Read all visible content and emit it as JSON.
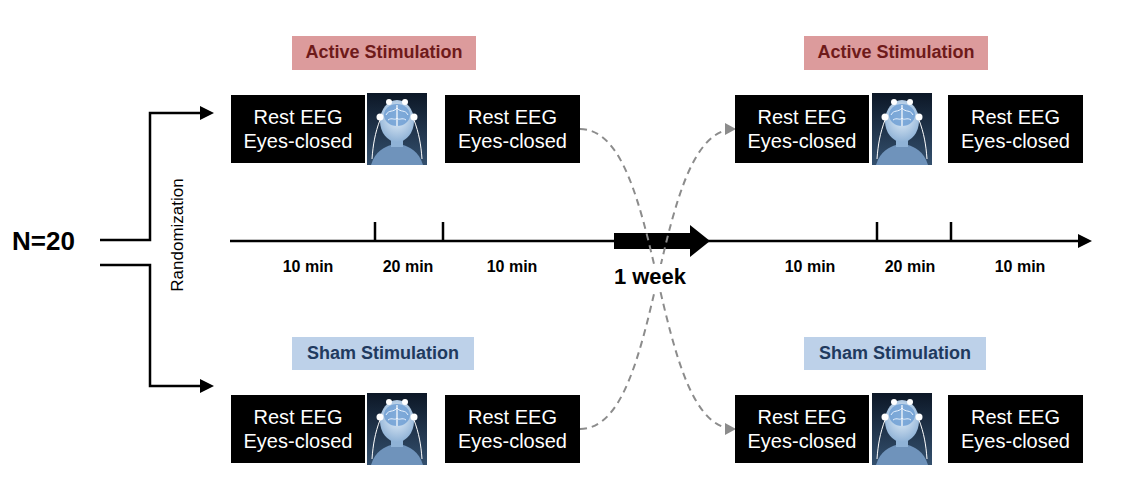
{
  "diagram": {
    "nodes": [
      {
        "text": [
          "Active Stimulation"
        ]
      },
      {
        "text": [
          "Active Stimulation"
        ]
      },
      {
        "text": [
          "Rest EEG Eyes-closed"
        ]
      },
      {
        "text": [
          "Rest EEG Eyes-closed"
        ]
      },
      {
        "text": [
          "Rest EEG Eyes-closed"
        ]
      },
      {
        "text": [
          "Rest EEG Eyes-closed"
        ]
      },
      {
        "text": [
          "Sham Stimulation"
        ]
      },
      {
        "text": [
          "Sham Stimulation"
        ]
      },
      {
        "text": [
          "Rest EEG Eyes-closed"
        ]
      },
      {
        "text": [
          "Rest EEG Eyes-closed"
        ]
      },
      {
        "text": [
          "Rest EEG Eyes-closed"
        ]
      },
      {
        "text": [
          "Rest EEG Eyes-closed"
        ]
      }
    ],
    "edges": [
      {
        "from": 3,
        "to": 10,
        "arrow": "to"
      },
      {
        "from": 9,
        "to": 4,
        "arrow": "to"
      }
    ],
    "labels": [
      "N=20",
      "Randomization",
      "10 min",
      "20 min",
      "10 min",
      "1 week",
      "10 min",
      "20 min",
      "10 min"
    ]
  }
}
